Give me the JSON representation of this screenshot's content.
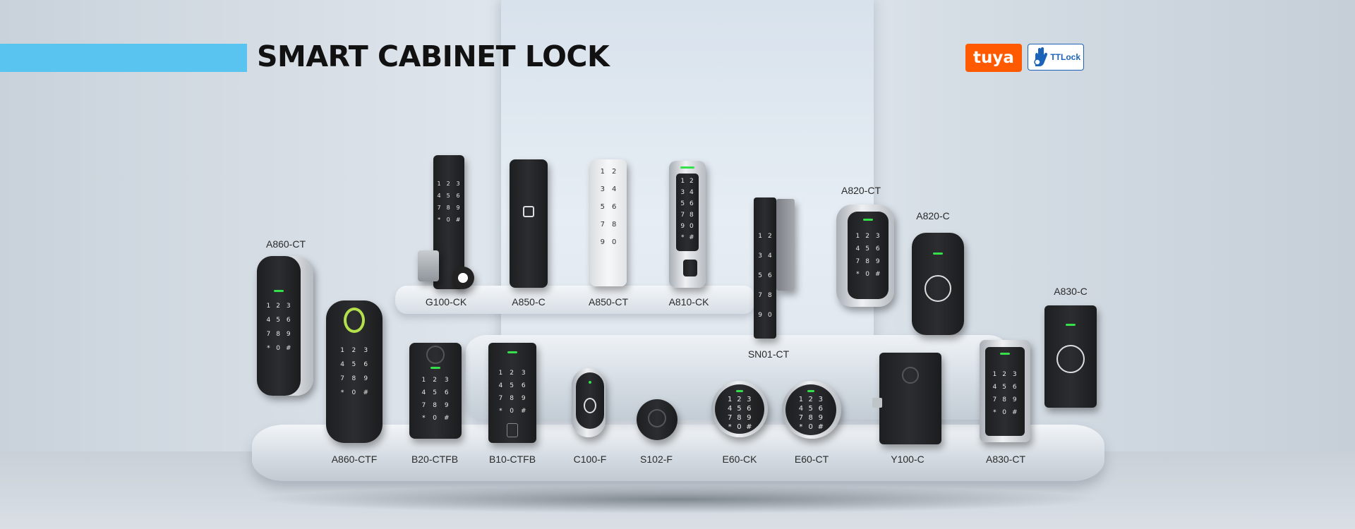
{
  "header": {
    "title": "SMART CABINET LOCK",
    "logos": {
      "tuya": "tuya",
      "ttlock": "TTLock"
    },
    "accent_color": "#5ac4f0",
    "tuya_color": "#ff5a00",
    "ttlock_color": "#1b63b8"
  },
  "products": [
    {
      "model": "A860-CT"
    },
    {
      "model": "A860-CTF"
    },
    {
      "model": "G100-CK"
    },
    {
      "model": "A850-C"
    },
    {
      "model": "A850-CT"
    },
    {
      "model": "A810-CK"
    },
    {
      "model": "SN01-CT"
    },
    {
      "model": "A820-CT"
    },
    {
      "model": "A820-C"
    },
    {
      "model": "A830-C"
    },
    {
      "model": "B20-CTFB"
    },
    {
      "model": "B10-CTFB"
    },
    {
      "model": "C100-F"
    },
    {
      "model": "S102-F"
    },
    {
      "model": "E60-CK"
    },
    {
      "model": "E60-CT"
    },
    {
      "model": "Y100-C"
    },
    {
      "model": "A830-CT"
    }
  ]
}
